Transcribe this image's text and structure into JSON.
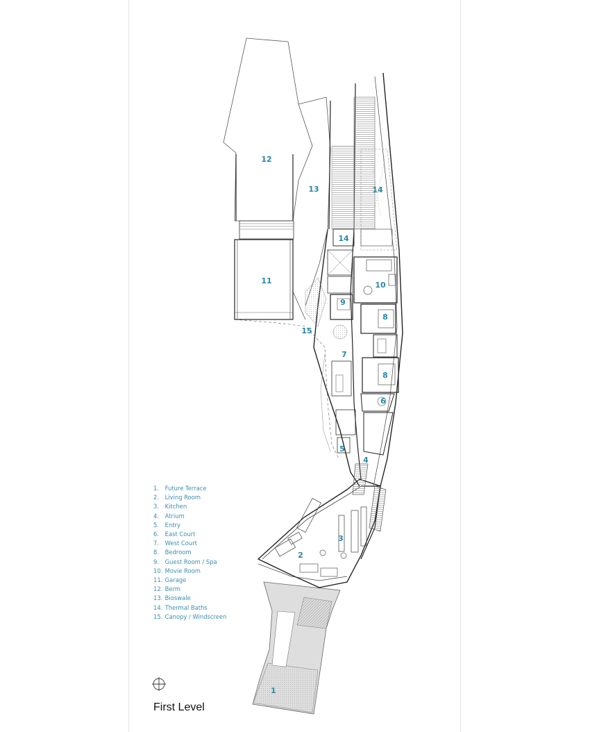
{
  "caption": "First Level",
  "rooms": [
    {
      "label": "1"
    },
    {
      "label": "2"
    },
    {
      "label": "3"
    },
    {
      "label": "4"
    },
    {
      "label": "5"
    },
    {
      "label": "6"
    },
    {
      "label": "7"
    },
    {
      "label": "8"
    },
    {
      "label": "8"
    },
    {
      "label": "9"
    },
    {
      "label": "10"
    },
    {
      "label": "11"
    },
    {
      "label": "12"
    },
    {
      "label": "13"
    },
    {
      "label": "14"
    },
    {
      "label": "14"
    },
    {
      "label": "15"
    }
  ],
  "legend": [
    {
      "num": "1.",
      "name": "Future Terrace"
    },
    {
      "num": "2.",
      "name": "Living Room"
    },
    {
      "num": "3.",
      "name": "Kitchen"
    },
    {
      "num": "4.",
      "name": "Atrium"
    },
    {
      "num": "5.",
      "name": "Entry"
    },
    {
      "num": "6.",
      "name": "East Court"
    },
    {
      "num": "7.",
      "name": "West Court"
    },
    {
      "num": "8.",
      "name": "Bedroom"
    },
    {
      "num": "9.",
      "name": "Guest Room / Spa"
    },
    {
      "num": "10.",
      "name": "Movie Room"
    },
    {
      "num": "11.",
      "name": "Garage"
    },
    {
      "num": "12.",
      "name": "Berm"
    },
    {
      "num": "13.",
      "name": "Bioswale"
    },
    {
      "num": "14.",
      "name": "Thermal Baths"
    },
    {
      "num": "15.",
      "name": "Canopy / Windscreen"
    }
  ],
  "colors": {
    "label": "#2a86a8",
    "legend": "#3a8fb0",
    "line": "#333333",
    "hatch": "#9a9a9a",
    "terrace_fill": "#c9c9c9"
  },
  "icons": {
    "north": "north-arrow-icon"
  }
}
